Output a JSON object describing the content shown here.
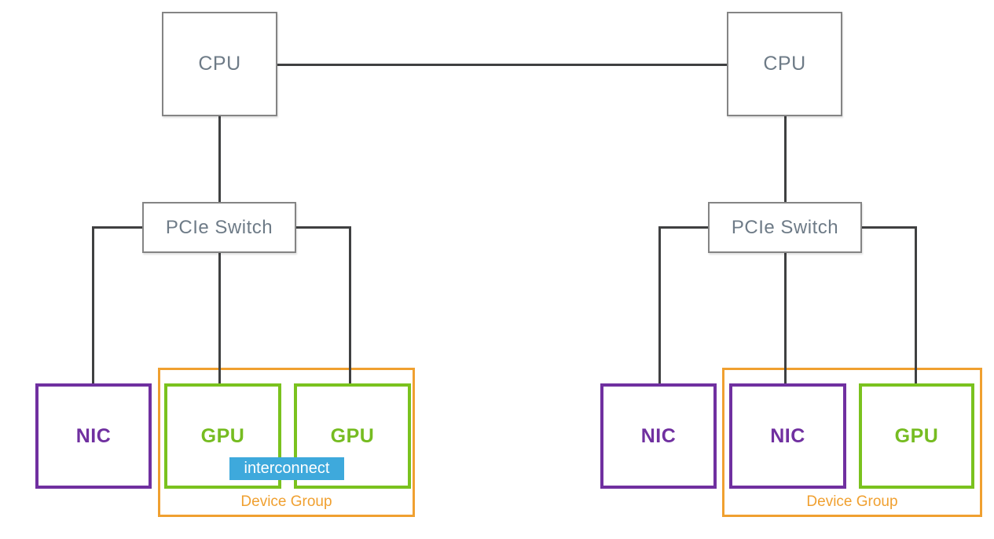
{
  "diagram": {
    "type": "hardware-topology",
    "colors": {
      "connector": "#3f4041",
      "infra_border": "#848484",
      "infra_text": "#6e7b87",
      "nic_purple": "#7030a0",
      "gpu_green": "#7ac21e",
      "group_orange": "#f0a030",
      "interconnect_blue": "#3ea9dc",
      "interconnect_text": "#ffffff",
      "background": "#ffffff"
    },
    "left": {
      "cpu": "CPU",
      "pcie_switch": "PCIe Switch",
      "nic": "NIC",
      "gpu1": "GPU",
      "gpu2": "GPU",
      "interconnect": "interconnect",
      "device_group": "Device Group"
    },
    "right": {
      "cpu": "CPU",
      "pcie_switch": "PCIe Switch",
      "nic_outer": "NIC",
      "nic_inner": "NIC",
      "gpu": "GPU",
      "device_group": "Device Group"
    }
  }
}
